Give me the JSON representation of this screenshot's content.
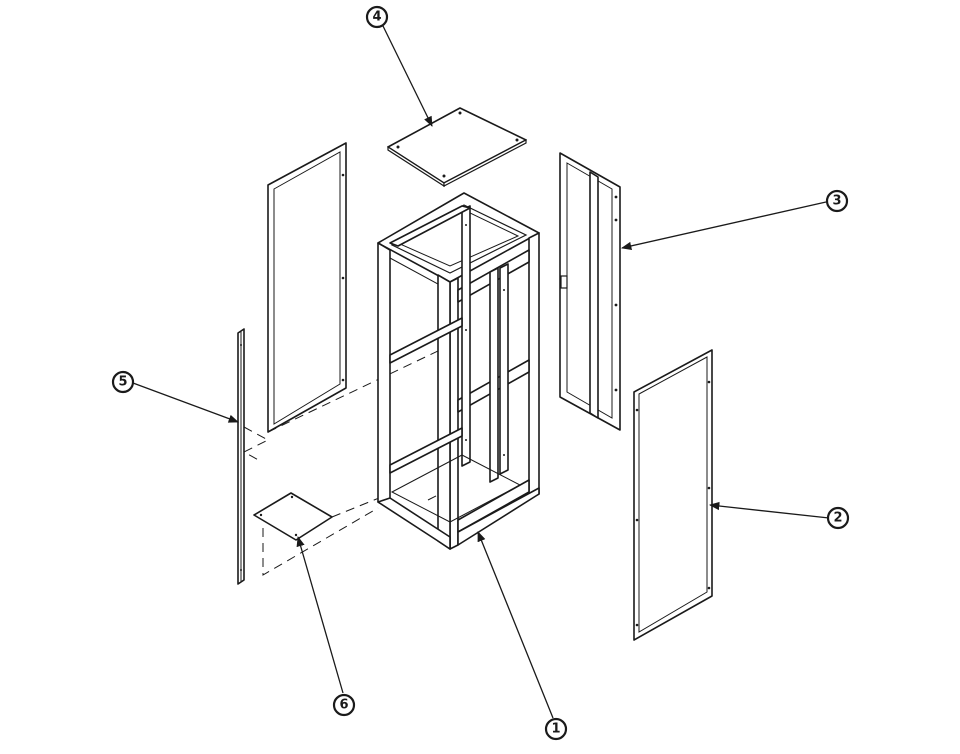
{
  "callouts": [
    {
      "id": "frame",
      "label": "1"
    },
    {
      "id": "side-panel-right",
      "label": "2"
    },
    {
      "id": "rear-door",
      "label": "3"
    },
    {
      "id": "top-cover",
      "label": "4"
    },
    {
      "id": "mounting-rail",
      "label": "5"
    },
    {
      "id": "bottom-plate",
      "label": "6"
    }
  ],
  "colors": {
    "line": "#1a1a1a",
    "background": "#ffffff"
  }
}
